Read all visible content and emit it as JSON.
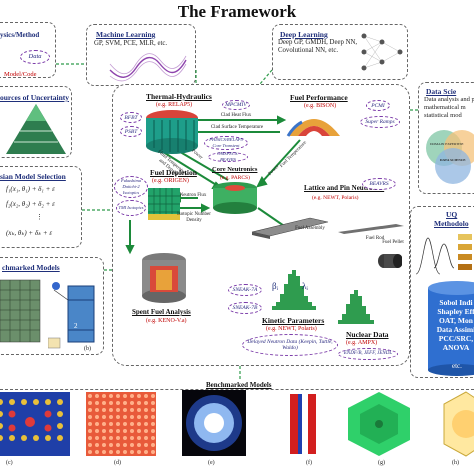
{
  "title": "The Framework",
  "left": {
    "physics": "ysics/Method",
    "data_oval": "Data",
    "model_code": "Model/Code",
    "sources": "ources of Uncertainty",
    "bayesian": "sian Model Selection",
    "eq1": "f₁(x₁, θ₁) + δ₁ + ε",
    "eq2": "f₂(x₂, θ₂) + δ₂ + ε",
    "eq3": "⋮",
    "eq4": "(xₖ, θₖ) + δₖ + ε",
    "benchmarked": "chmarked Models",
    "b_label": "(b)",
    "b_num": "2"
  },
  "ml": {
    "heading": "Machine Learning",
    "text": "GP, SVM, PCE, MLR, etc."
  },
  "dl": {
    "heading": "Deep Learning",
    "text": "Deep GP, GMDH, Deep NN, Covolutional NN, etc."
  },
  "center": {
    "th_title": "Thermal-Hydraulics",
    "th_eg": "(e.g. RELAP5)",
    "bfbt": "BFBT",
    "psbt": "PSBT",
    "mpcmv": "MPCMIV",
    "clad_heat": "Clad Heat Flux",
    "clad_temp": "Clad Surface Temperature",
    "ovals_mid1": "PHISICS/RELAP5 Core Transient",
    "ovals_mid2": "OMSPECS: BEAVRS",
    "fuel_perf": "Fuel Performance",
    "fuel_perf_eg": "(e.g. BISON)",
    "pcmi": "PCMI",
    "super_ramps": "Super Ramps",
    "fluid_temp": "Fluid Temperature and Density",
    "power1": "Power",
    "core_neu": "Core Neutronics",
    "core_neu_eg": "(e.g. PARCS)",
    "fuel_temp": "Fuel Temperature",
    "power2": "Power",
    "fuel_dep": "Fuel Depletion",
    "fuel_dep_eg": "(e.g. ORIGEN)",
    "fukushima": "Fukushima Daiichi-2 Isotopics",
    "tmi": "TMI Isotopics",
    "neutron_flux": "Neutron Flux",
    "isotopic": "Isotopic Number Density",
    "spent_fuel": "Spent Fuel Analysis",
    "spent_fuel_eg": "(e.g. KENO-V.a)",
    "lattice": "Lattice and Pin Neutronics",
    "lattice_eg": "(e.g. NEWT, Polaris)",
    "beavrs": "BEAVRS",
    "fuel_assembly": "Fuel Assembly",
    "fuel_rod": "Fuel Rod",
    "fuel_pellet": "Fuel Pellet",
    "sneak7a": "SNEAK-7A",
    "sneak7b": "SNEAK-7B",
    "beta": "βᵢ",
    "lambda": "λᵢ",
    "kinetic": "Kinetic Parameters",
    "kinetic_eg": "(e.g. NEWT, Polaris)",
    "delayed": "Delayed Neutron Data (Keepin, Tuttle, Waldo)",
    "nuclear": "Nuclear Data",
    "nuclear_eg": "(e.g. AMPX)",
    "endf": "ENDF/B, JEFF, JENDL"
  },
  "right": {
    "data_sci": "Data Scie",
    "data_sci_text": "Data analysis and p mathematical m statistical mod",
    "domain_expertise": "DOMAIN EXPERTISE",
    "data_science": "DATA SCIENCE",
    "uq": "UQ",
    "uq_sub": "Methodolo",
    "sobol": "Sobol Indi Shapley Eff OAT, Mon Data Assimi PCC/SRC, ANOVA",
    "etc": "etc."
  },
  "bottom": {
    "benchmarked": "Benchmarked Models",
    "labels": [
      "(c)",
      "(d)",
      "(e)",
      "(f)",
      "(g)",
      "(h)"
    ]
  }
}
